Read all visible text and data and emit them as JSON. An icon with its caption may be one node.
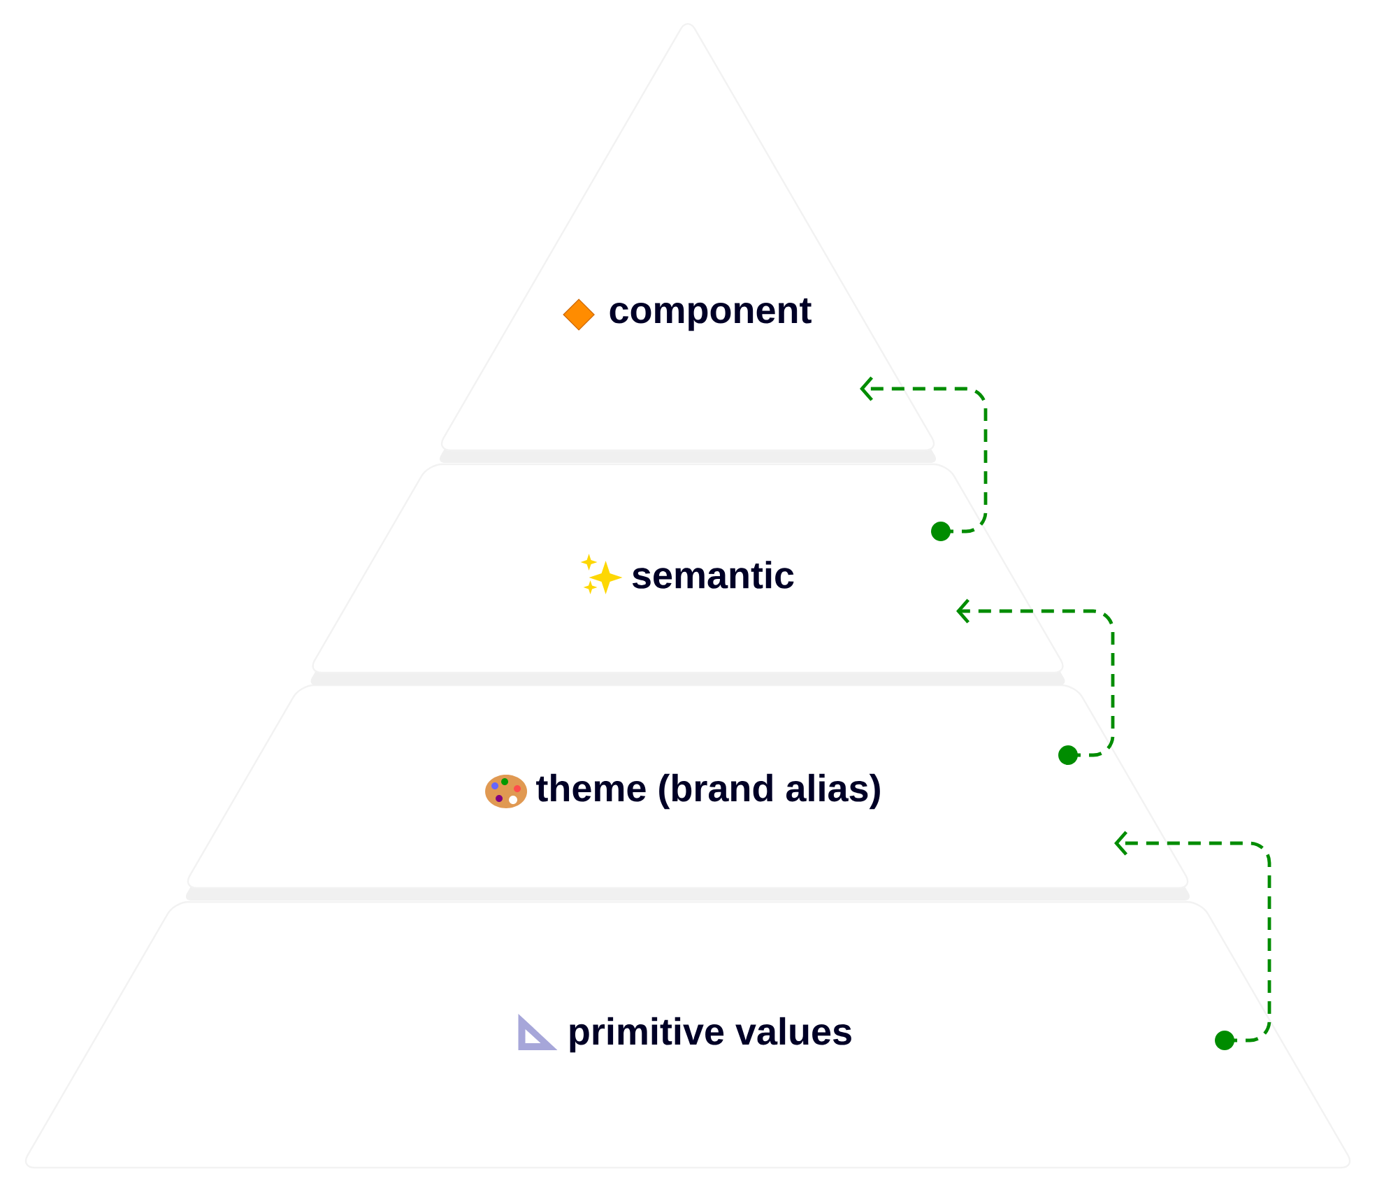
{
  "diagram": {
    "nodes": [
      {
        "text": [
          "component"
        ]
      },
      {
        "text": [
          "semantic"
        ]
      },
      {
        "text": [
          "theme (brand alias)"
        ]
      },
      {
        "text": [
          "primitive values"
        ]
      }
    ],
    "edges": [
      {
        "from": 1,
        "to": 0,
        "arrow": "to",
        "style": "dashed"
      },
      {
        "from": 2,
        "to": 1,
        "arrow": "to",
        "style": "dashed"
      },
      {
        "from": 3,
        "to": 2,
        "arrow": "to",
        "style": "dashed"
      }
    ]
  }
}
